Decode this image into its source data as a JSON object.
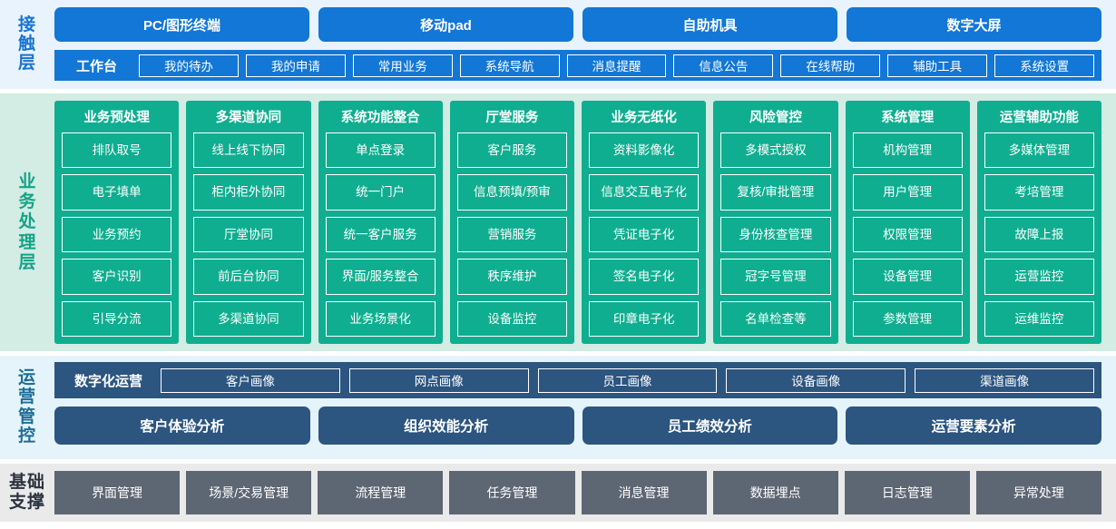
{
  "layers": [
    {
      "id": "contact",
      "label": "接触层",
      "label_chars": [
        "接",
        "触",
        "层"
      ],
      "accent": "#1277d6",
      "background": "#e9f3fd",
      "channels": [
        "PC/图形终端",
        "移动pad",
        "自助机具",
        "数字大屏"
      ],
      "workbench_title": "工作台",
      "workbench_items": [
        "我的待办",
        "我的申请",
        "常用业务",
        "系统导航",
        "消息提醒",
        "信息公告",
        "在线帮助",
        "辅助工具",
        "系统设置"
      ]
    },
    {
      "id": "business",
      "label": "业务处理层",
      "label_chars": [
        "业",
        "务",
        "处",
        "理",
        "层"
      ],
      "accent": "#0fae90",
      "background": "#d3ece4",
      "columns": [
        {
          "title": "业务预处理",
          "items": [
            "排队取号",
            "电子填单",
            "业务预约",
            "客户识别",
            "引导分流"
          ]
        },
        {
          "title": "多渠道协同",
          "items": [
            "线上线下协同",
            "柜内柜外协同",
            "厅堂协同",
            "前后台协同",
            "多渠道协同"
          ]
        },
        {
          "title": "系统功能整合",
          "items": [
            "单点登录",
            "统一门户",
            "统一客户服务",
            "界面/服务整合",
            "业务场景化"
          ]
        },
        {
          "title": "厅堂服务",
          "items": [
            "客户服务",
            "信息预填/预审",
            "营销服务",
            "秩序维护",
            "设备监控"
          ]
        },
        {
          "title": "业务无纸化",
          "items": [
            "资料影像化",
            "信息交互电子化",
            "凭证电子化",
            "签名电子化",
            "印章电子化"
          ]
        },
        {
          "title": "风险管控",
          "items": [
            "多模式授权",
            "复核/审批管理",
            "身份核查管理",
            "冠字号管理",
            "名单检查等"
          ]
        },
        {
          "title": "系统管理",
          "items": [
            "机构管理",
            "用户管理",
            "权限管理",
            "设备管理",
            "参数管理"
          ]
        },
        {
          "title": "运营辅助功能",
          "items": [
            "多媒体管理",
            "考培管理",
            "故障上报",
            "运营监控",
            "运维监控"
          ]
        }
      ]
    },
    {
      "id": "operations",
      "label": "运营管控",
      "label_chars": [
        "运",
        "营",
        "管",
        "控"
      ],
      "accent": "#2c5580",
      "background": "#e5f4fb",
      "digital_title": "数字化运营",
      "portraits": [
        "客户画像",
        "网点画像",
        "员工画像",
        "设备画像",
        "渠道画像"
      ],
      "analyses": [
        "客户体验分析",
        "组织效能分析",
        "员工绩效分析",
        "运营要素分析"
      ]
    },
    {
      "id": "base",
      "label": "基础支撑",
      "label_chars": [
        "基础",
        "支撑"
      ],
      "accent": "#5d6673",
      "background": "#eaeaea",
      "items": [
        "界面管理",
        "场景/交易管理",
        "流程管理",
        "任务管理",
        "消息管理",
        "数据埋点",
        "日志管理",
        "异常处理"
      ]
    }
  ]
}
